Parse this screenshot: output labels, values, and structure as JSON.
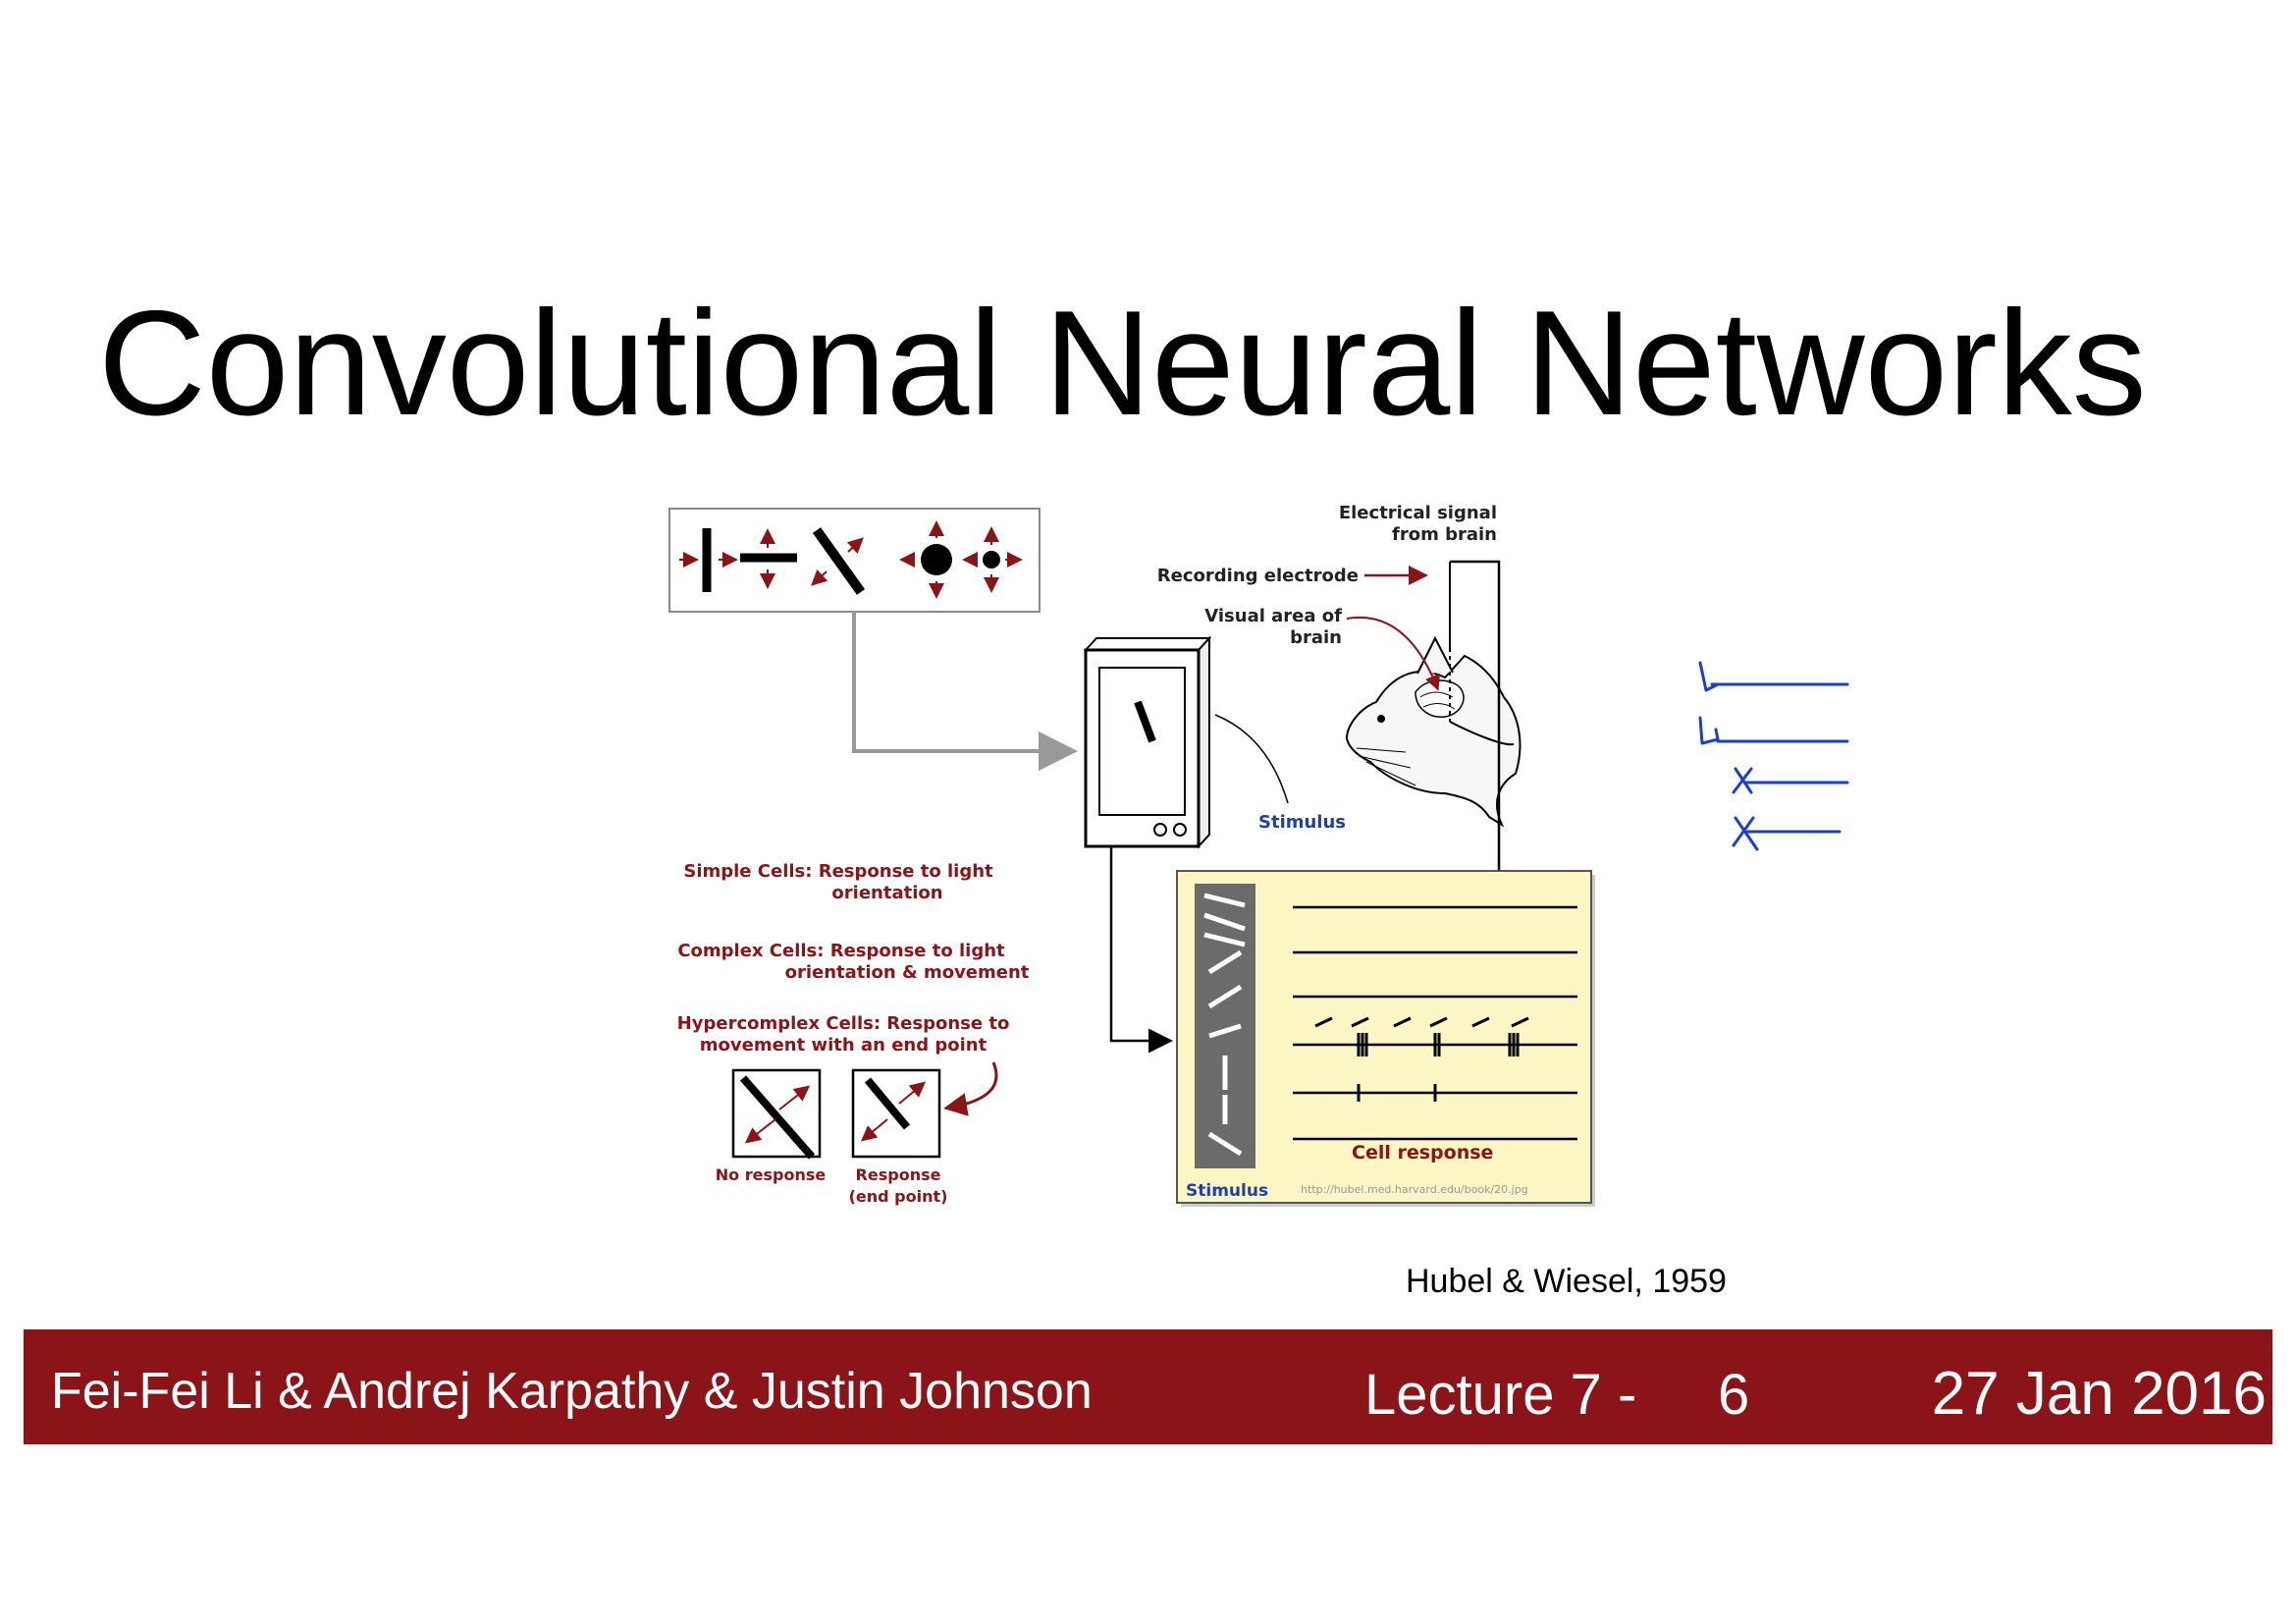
{
  "slide": {
    "title": "Convolutional Neural Networks",
    "caption": "Hubel & Wiesel, 1959"
  },
  "figure": {
    "electrical_signal_line1": "Electrical signal",
    "electrical_signal_line2": "from brain",
    "recording_electrode": "Recording electrode",
    "visual_area_line1": "Visual area of",
    "visual_area_line2": "brain",
    "stimulus_monitor": "Stimulus",
    "simple_cells_line1": "Simple Cells: Response to light",
    "simple_cells_line2": "orientation",
    "complex_cells_line1": "Complex Cells: Response to light",
    "complex_cells_line2": "orientation & movement",
    "hypercomplex_line1": "Hypercomplex Cells: Response to",
    "hypercomplex_line2": "movement with an end point",
    "no_response": "No response",
    "response_line1": "Response",
    "response_line2": "(end point)",
    "cell_response": "Cell response",
    "stimulus_panel": "Stimulus",
    "url": "http://hubel.med.harvard.edu/book/20.jpg"
  },
  "footer": {
    "authors": "Fei-Fei Li & Andrej Karpathy & Justin Johnson",
    "lecture": "Lecture 7 -",
    "page": "6",
    "date": "27 Jan 2016"
  },
  "colors": {
    "footer_bg": "#8b1418",
    "label_red": "#8b1418",
    "label_blue": "#1f3fb0",
    "panel_yellow": "#fbf6c4",
    "annotation_blue": "#1a3fd0"
  }
}
